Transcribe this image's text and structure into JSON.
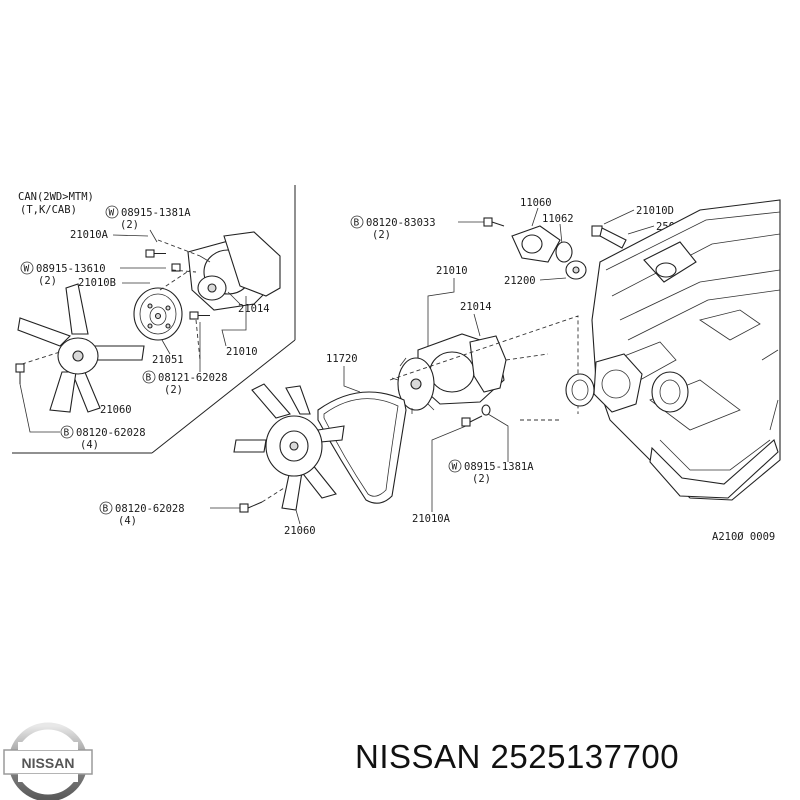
{
  "inset": {
    "title_line1": "CAN(2WD>MTM)",
    "title_line2": "(T,K/CAB)"
  },
  "callouts": {
    "i_w1_code": "08915-1381A",
    "i_w1_qty": "(2)",
    "i_21010a": "21010A",
    "i_w2_code": "08915-13610",
    "i_w2_qty": "(2)",
    "i_21010b": "21010B",
    "i_21014": "21014",
    "i_21051": "21051",
    "i_21010": "21010",
    "i_b1_code": "08121-62028",
    "i_b1_qty": "(2)",
    "i_21060": "21060",
    "i_b2_code": "08120-62028",
    "i_b2_qty": "(4)",
    "m_b1_code": "08120-83033",
    "m_b1_qty": "(2)",
    "m_11060": "11060",
    "m_11062": "11062",
    "m_21010d": "21010D",
    "m_25080m": "25080M",
    "m_21200": "21200",
    "m_21010": "21010",
    "m_21014": "21014",
    "m_11720": "11720",
    "m_w1_code": "08915-1381A",
    "m_w1_qty": "(2)",
    "m_b2_code": "08120-62028",
    "m_b2_qty": "(4)",
    "m_21060": "21060",
    "m_21010a": "21010A",
    "ref_code": "A210Ø 0009"
  },
  "badges": {
    "washer": "W",
    "bolt": "B"
  },
  "brand": {
    "logo_text": "NISSAN",
    "caption": "NISSAN 2525137700"
  }
}
